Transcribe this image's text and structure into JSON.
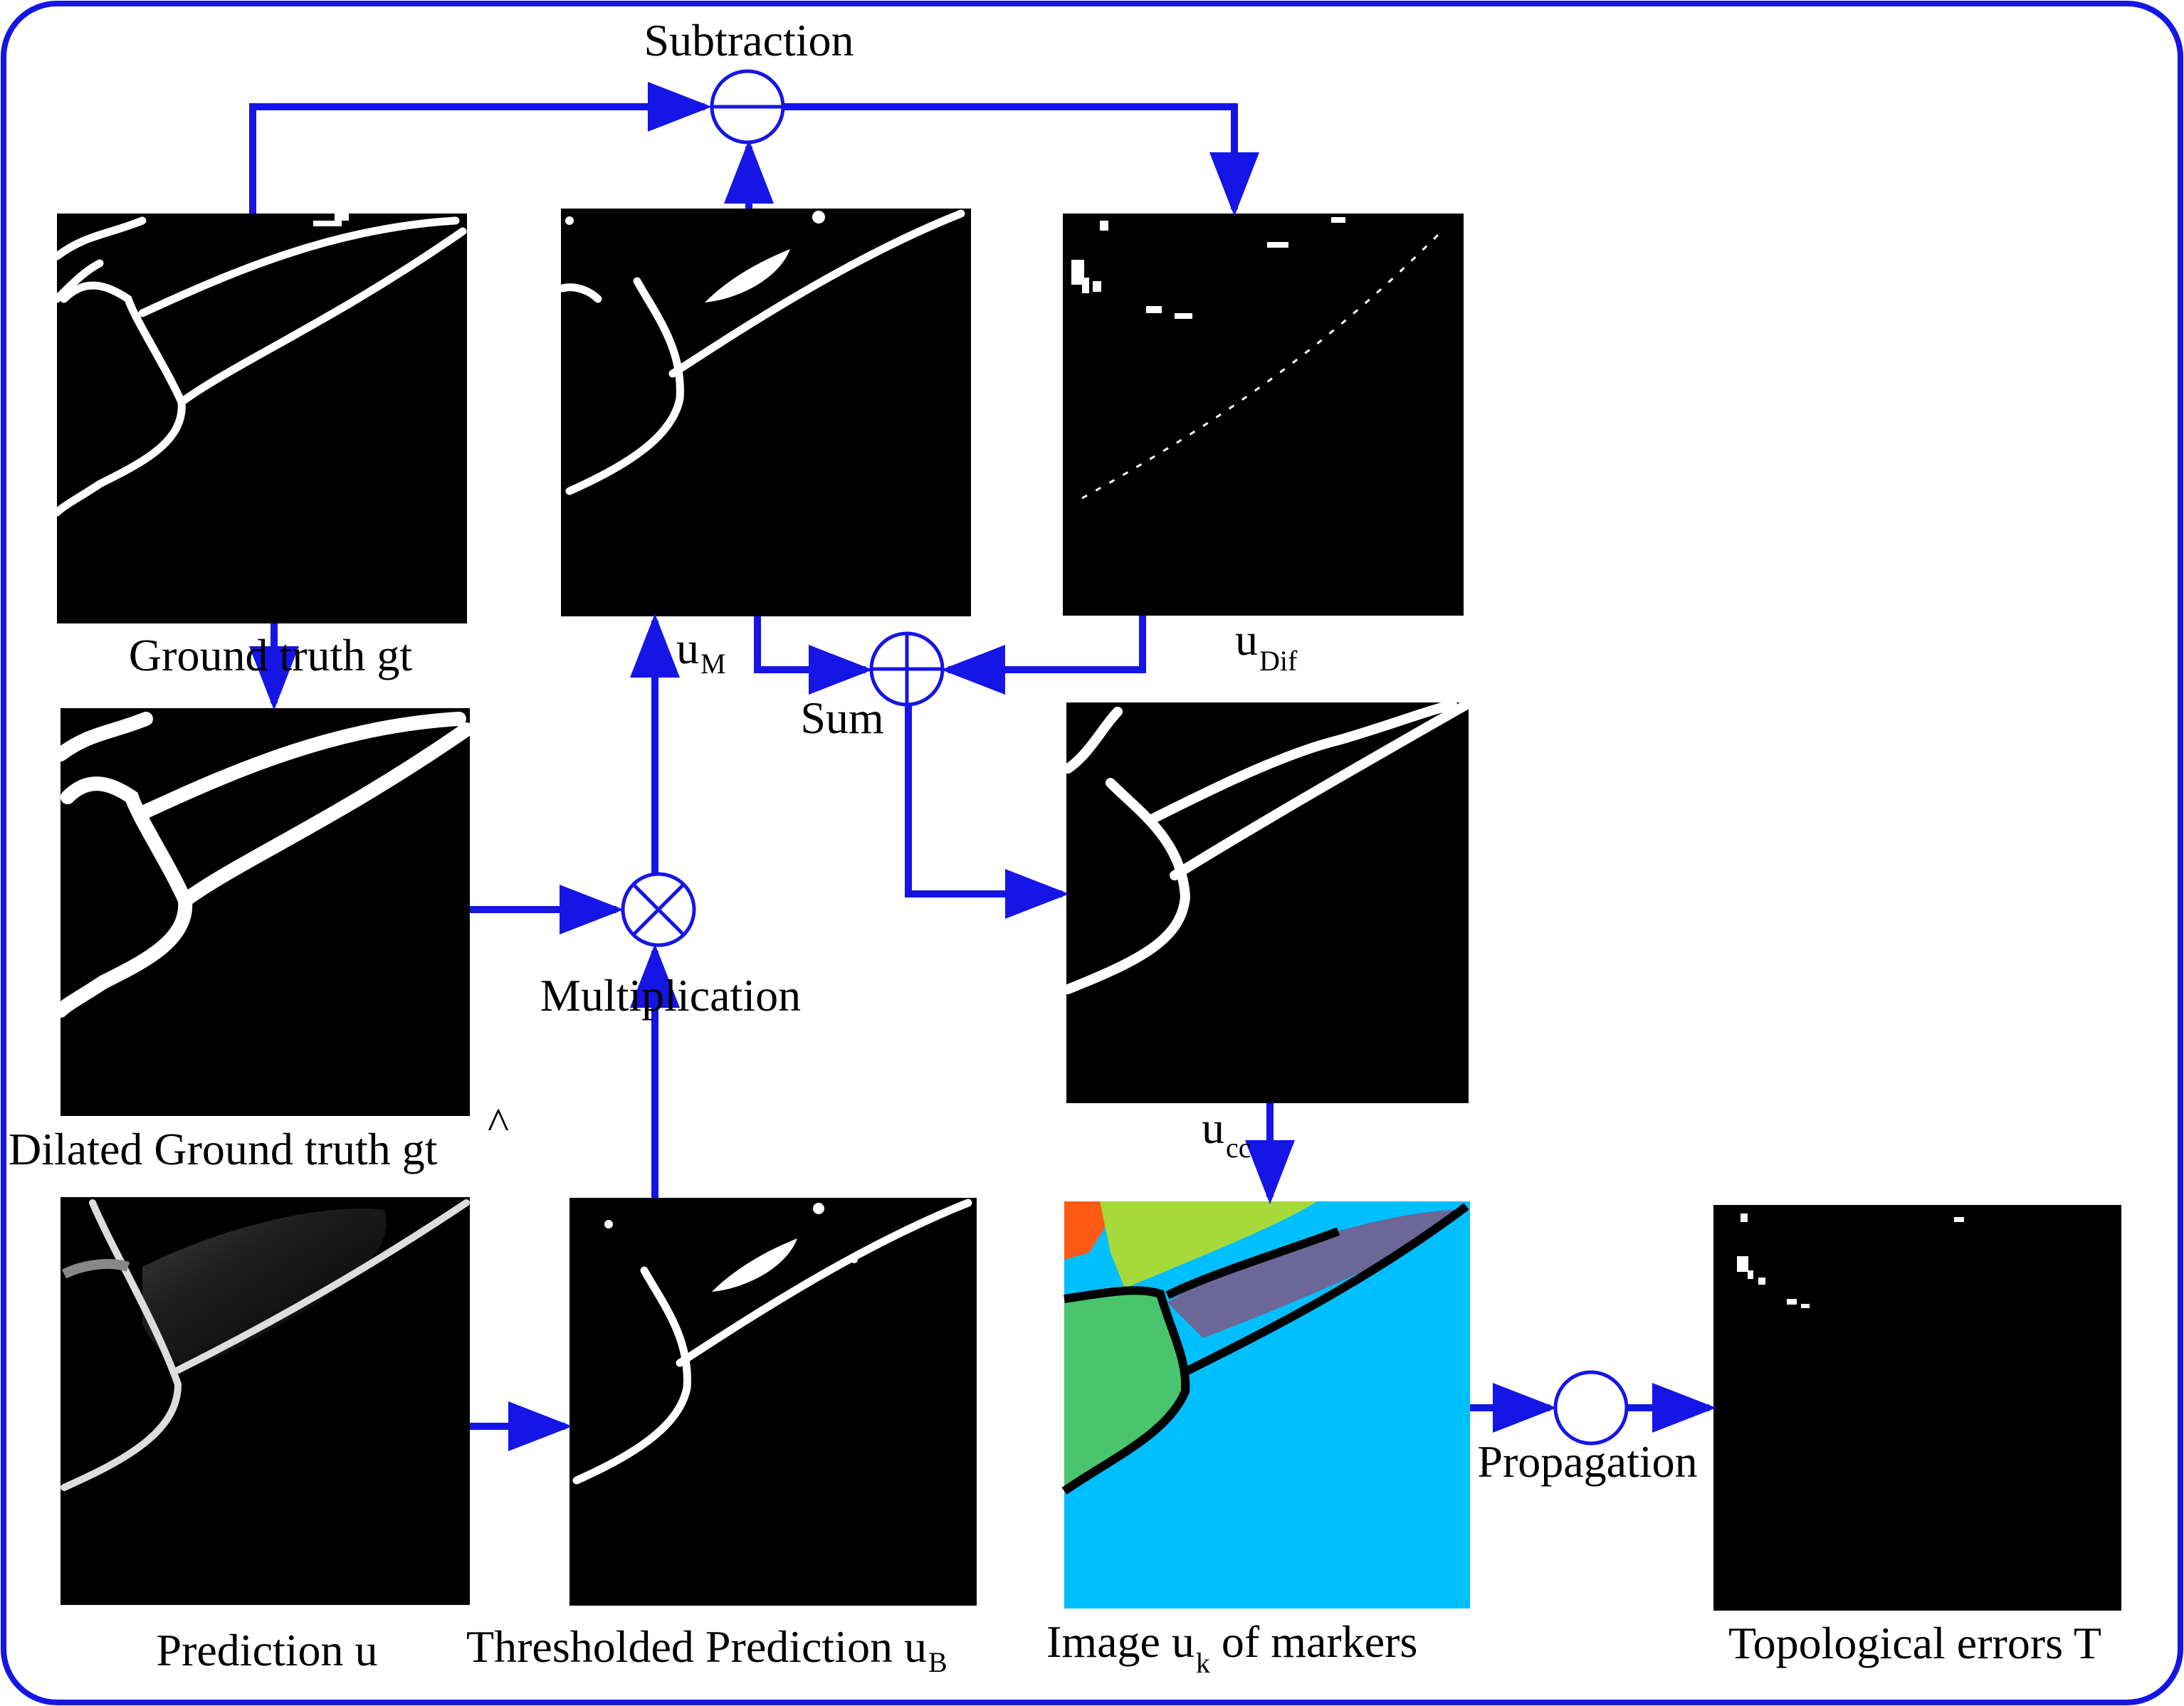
{
  "labels": {
    "ground_truth": "Ground truth gt",
    "dilated_ground_truth": "Dilated Ground truth ",
    "dilated_ground_truth_symbol": "gt",
    "dilated_hat": "^",
    "prediction": "Prediction  u",
    "thresholded_prediction": "Thresholded Prediction u",
    "thresholded_sub": "B",
    "image_markers_pre": "Image u",
    "image_markers_sub": "k",
    "image_markers_post": " of markers",
    "topological_errors": "Topological errors T",
    "u_m": "u",
    "u_m_sub": "M",
    "u_dif": "u",
    "u_dif_sub": "Dif",
    "u_cc": "u",
    "u_cc_sub": "cc"
  },
  "operators": {
    "subtraction": "Subtraction",
    "sum": "Sum",
    "multiplication": "Multiplication",
    "propagation": "Propagation"
  },
  "colors": {
    "arrow": "#1515e6",
    "frame": "#1515e6",
    "panel": "#000000",
    "marker_cyan": "#00bfff",
    "marker_green": "#49c46f",
    "marker_lime": "#a6d93a",
    "marker_purple": "#6c6796",
    "marker_orange": "#ff5a14"
  }
}
